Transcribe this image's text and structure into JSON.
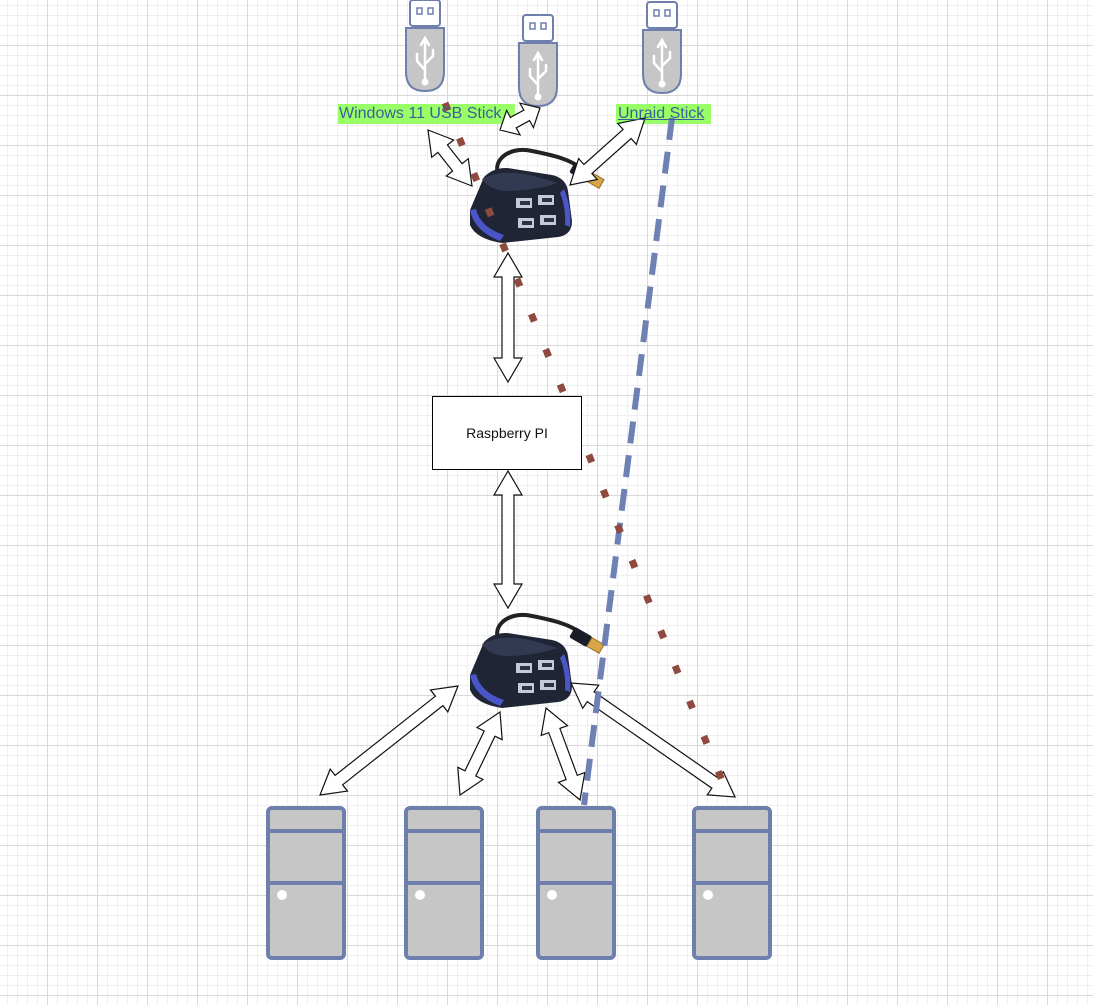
{
  "labels": {
    "windows_stick": "Windows 11 USB Stick",
    "unraid_stick": "Unraid Stick",
    "raspberry_pi": "Raspberry PI"
  },
  "colors": {
    "label_highlight": "#99ff66",
    "label_text": "#3d5f99",
    "icon_stroke": "#6f7fad",
    "icon_fill": "#c6c6c6",
    "hub_body": "#1f2535",
    "hub_accent": "#4a55c8",
    "dashed_link": "#6f80b2",
    "dotted_link": "#8e4a3e"
  },
  "icons": {
    "usb_stick": "usb-stick-icon",
    "usb_hub": "usb-hub-icon",
    "computer": "computer-tower-icon"
  }
}
